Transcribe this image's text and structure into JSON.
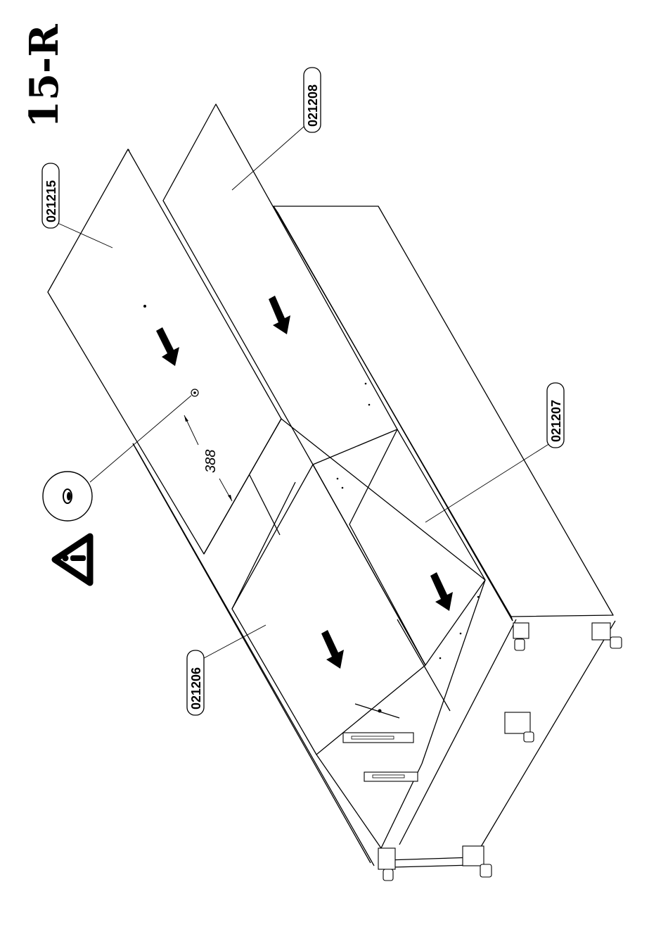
{
  "step_label": "15-R",
  "dimension": "388",
  "part_labels": {
    "top_left_panel": "021215",
    "top_right_panel": "021208",
    "right_panel": "021207",
    "bottom_left_panel": "021206"
  },
  "icons": {
    "warning": "warning-triangle-icon",
    "detail": "hole-detail-callout"
  }
}
